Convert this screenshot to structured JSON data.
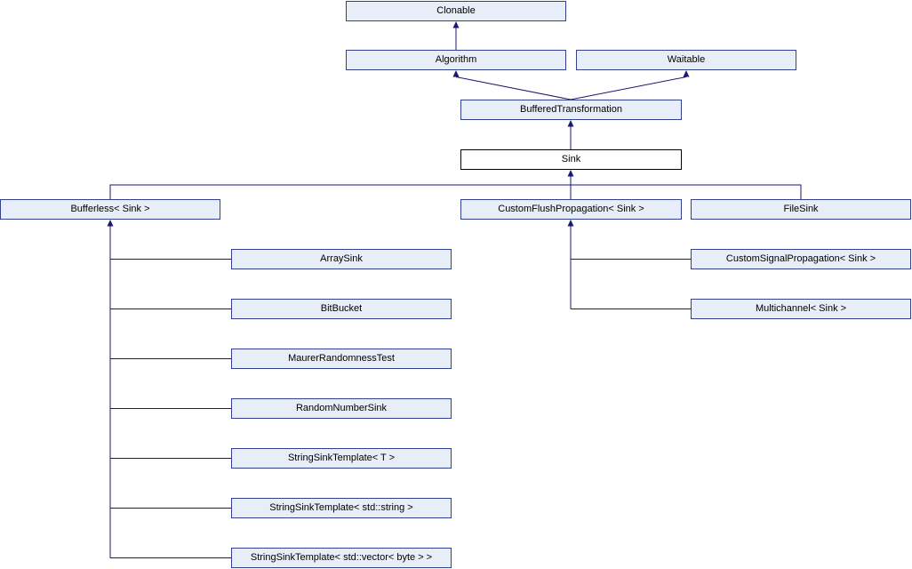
{
  "diagram": {
    "type": "class-inheritance-diagram",
    "highlighted_node": "Sink",
    "nodes": [
      {
        "label": "Clonable"
      },
      {
        "label": "Algorithm"
      },
      {
        "label": "Waitable"
      },
      {
        "label": "BufferedTransformation"
      },
      {
        "label": "Sink"
      },
      {
        "label": "Bufferless< Sink >"
      },
      {
        "label": "CustomFlushPropagation< Sink >"
      },
      {
        "label": "FileSink"
      },
      {
        "label": "ArraySink"
      },
      {
        "label": "BitBucket"
      },
      {
        "label": "MaurerRandomnessTest"
      },
      {
        "label": "RandomNumberSink"
      },
      {
        "label": "StringSinkTemplate< T >"
      },
      {
        "label": "StringSinkTemplate< std::string >"
      },
      {
        "label": "StringSinkTemplate< std::vector< byte > >"
      },
      {
        "label": "CustomSignalPropagation< Sink >"
      },
      {
        "label": "Multichannel< Sink >"
      }
    ],
    "edges": [
      {
        "from": "Algorithm",
        "to": "Clonable"
      },
      {
        "from": "BufferedTransformation",
        "to": "Algorithm"
      },
      {
        "from": "BufferedTransformation",
        "to": "Waitable"
      },
      {
        "from": "Sink",
        "to": "BufferedTransformation"
      },
      {
        "from": "Bufferless< Sink >",
        "to": "Sink"
      },
      {
        "from": "CustomFlushPropagation< Sink >",
        "to": "Sink"
      },
      {
        "from": "FileSink",
        "to": "Sink"
      },
      {
        "from": "ArraySink",
        "to": "Bufferless< Sink >"
      },
      {
        "from": "BitBucket",
        "to": "Bufferless< Sink >"
      },
      {
        "from": "MaurerRandomnessTest",
        "to": "Bufferless< Sink >"
      },
      {
        "from": "RandomNumberSink",
        "to": "Bufferless< Sink >"
      },
      {
        "from": "StringSinkTemplate< T >",
        "to": "Bufferless< Sink >"
      },
      {
        "from": "StringSinkTemplate< std::string >",
        "to": "Bufferless< Sink >"
      },
      {
        "from": "StringSinkTemplate< std::vector< byte > >",
        "to": "Bufferless< Sink >"
      },
      {
        "from": "CustomSignalPropagation< Sink >",
        "to": "CustomFlushPropagation< Sink >"
      },
      {
        "from": "Multichannel< Sink >",
        "to": "CustomFlushPropagation< Sink >"
      }
    ]
  },
  "colors": {
    "background": "#ffffff",
    "node-fill": "#e8eef7",
    "node-border": "#31418f",
    "edge-color": "#191970",
    "highlight-fill": "#ffffff",
    "highlight-border": "#000000",
    "text-color": "#000000"
  }
}
